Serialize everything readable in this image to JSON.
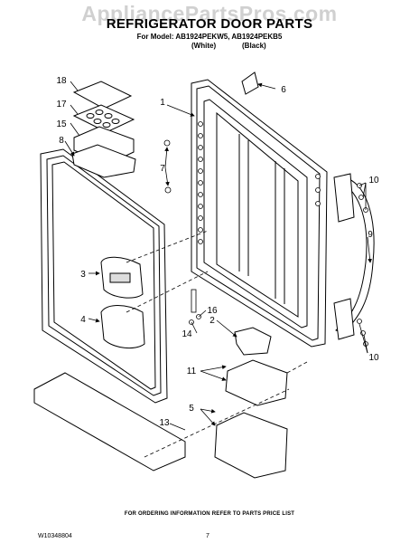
{
  "watermark": "AppliancePartsPros.com",
  "header": {
    "title": "REFRIGERATOR DOOR PARTS",
    "model_line": "For Model: AB1924PEKW5, AB1924PEKB5",
    "variant_white": "(White)",
    "variant_black": "(Black)"
  },
  "callouts": [
    "1",
    "2",
    "3",
    "4",
    "5",
    "6",
    "7",
    "8",
    "9",
    "10",
    "10",
    "11",
    "13",
    "14",
    "15",
    "16",
    "17",
    "18"
  ],
  "footer": {
    "ordering_info": "FOR ORDERING INFORMATION REFER TO PARTS PRICE LIST",
    "document_id": "W10348804",
    "page_number": "7"
  }
}
